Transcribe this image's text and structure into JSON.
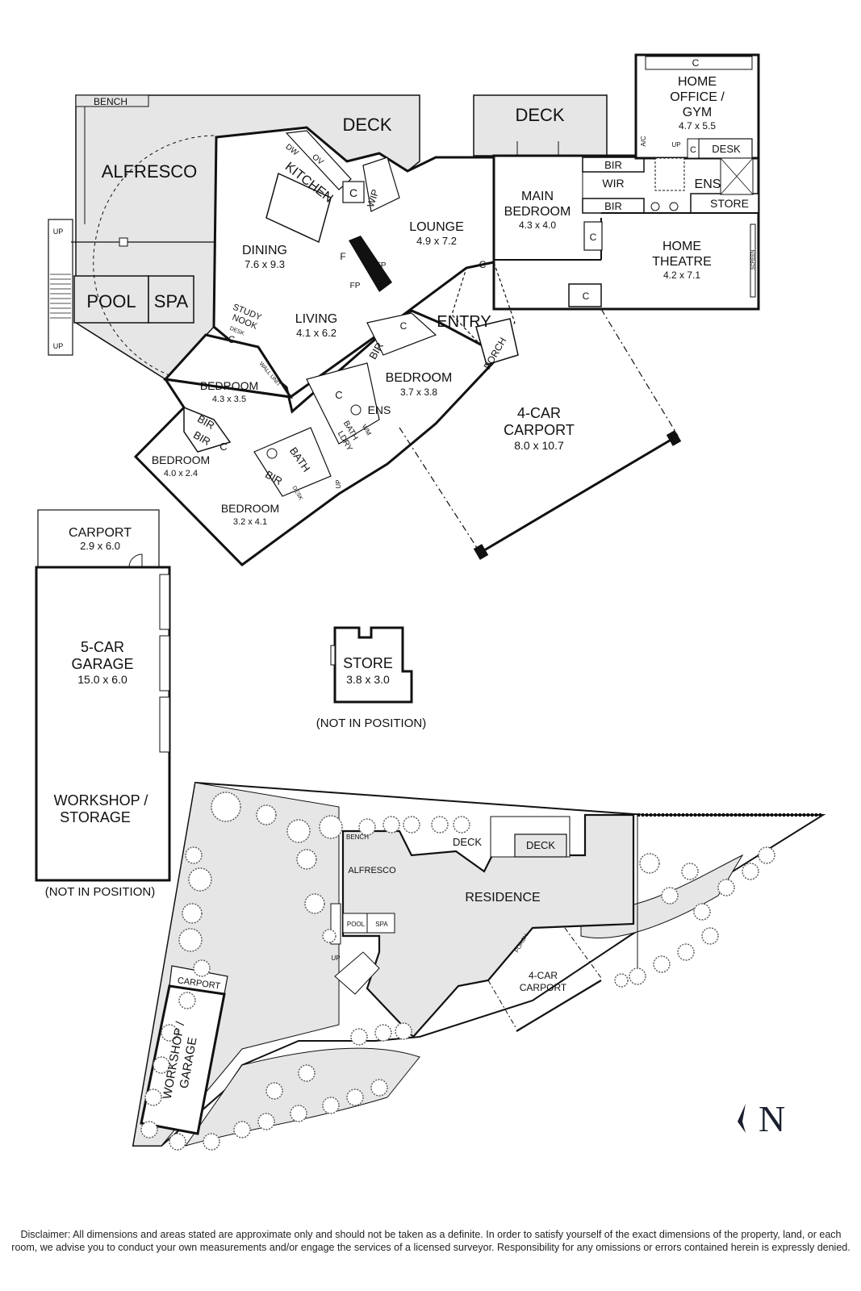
{
  "rooms": {
    "alfresco": "ALFRESCO",
    "bench": "BENCH",
    "deck": "DECK",
    "kitchen": "KITCHEN",
    "dw": "DW",
    "ov": "OV",
    "wip": "WIP",
    "c": "C",
    "dining": "DINING",
    "dining_size": "7.6 x 9.3",
    "lounge": "LOUNGE",
    "lounge_size": "4.9 x 7.2",
    "living": "LIVING",
    "living_size": "4.1 x 6.2",
    "study_nook": "STUDY",
    "study_nook2": "NOOK",
    "desk": "DESK",
    "wall_unit": "WALL UNIT",
    "pool": "POOL",
    "spa": "SPA",
    "up": "UP",
    "fp": "FP",
    "f": "F",
    "entry": "ENTRY",
    "porch": "PORCH",
    "bedroom": "BEDROOM",
    "bed1_size": "4.3 x 3.5",
    "bed2_size": "3.7 x 3.8",
    "bed3_size": "4.0 x 2.4",
    "bed4_size": "3.2 x 4.1",
    "bir": "BIR",
    "ens": "ENS",
    "bath": "BATH",
    "ldry": "LDRY",
    "wm": "WM",
    "main_bedroom": "MAIN",
    "main_bedroom2": "BEDROOM",
    "main_bedroom_size": "4.3 x 4.0",
    "wir": "WIR",
    "store": "STORE",
    "home_office": "HOME",
    "home_office2": "OFFICE /",
    "home_office3": "GYM",
    "home_office_size": "4.7 x 5.5",
    "ac": "A/C",
    "home_theatre": "HOME",
    "home_theatre2": "THEATRE",
    "home_theatre_size": "4.2 x 7.1",
    "screen": "SCREEN",
    "carport4": "4-CAR",
    "carport4b": "CARPORT",
    "carport4_size": "8.0 x 10.7",
    "carport_small": "CARPORT",
    "carport_small_size": "2.9 x 6.0",
    "garage": "5-CAR",
    "garage2": "GARAGE",
    "garage_size": "15.0 x 6.0",
    "workshop": "WORKSHOP /",
    "workshop2": "STORAGE",
    "not_in_position": "(NOT IN POSITION)",
    "store_out": "STORE",
    "store_out_size": "3.8 x 3.0"
  },
  "site": {
    "deck": "DECK",
    "bench": "BENCH",
    "alfresco": "ALFRESCO",
    "residence": "RESIDENCE",
    "pool": "POOL",
    "spa": "SPA",
    "up": "UP",
    "porch": "PORCH",
    "carport": "4-CAR",
    "carport2": "CARPORT",
    "site_carport": "CARPORT",
    "workshop": "WORKSHOP /",
    "workshop2": "GARAGE"
  },
  "compass": {
    "label": "N",
    "color": "#1a1f2e"
  },
  "colors": {
    "fill": "#e6e6e6",
    "wall": "#111111",
    "tree": "#555555"
  },
  "disclaimer": "Disclaimer: All dimensions and areas stated are approximate only and should not be taken as a definite. In order to satisfy yourself of the exact dimensions of the property, land, or each room, we advise you to conduct your own measurements and/or engage the services of a licensed surveyor. Responsibility for any omissions or errors contained herein is expressly denied."
}
